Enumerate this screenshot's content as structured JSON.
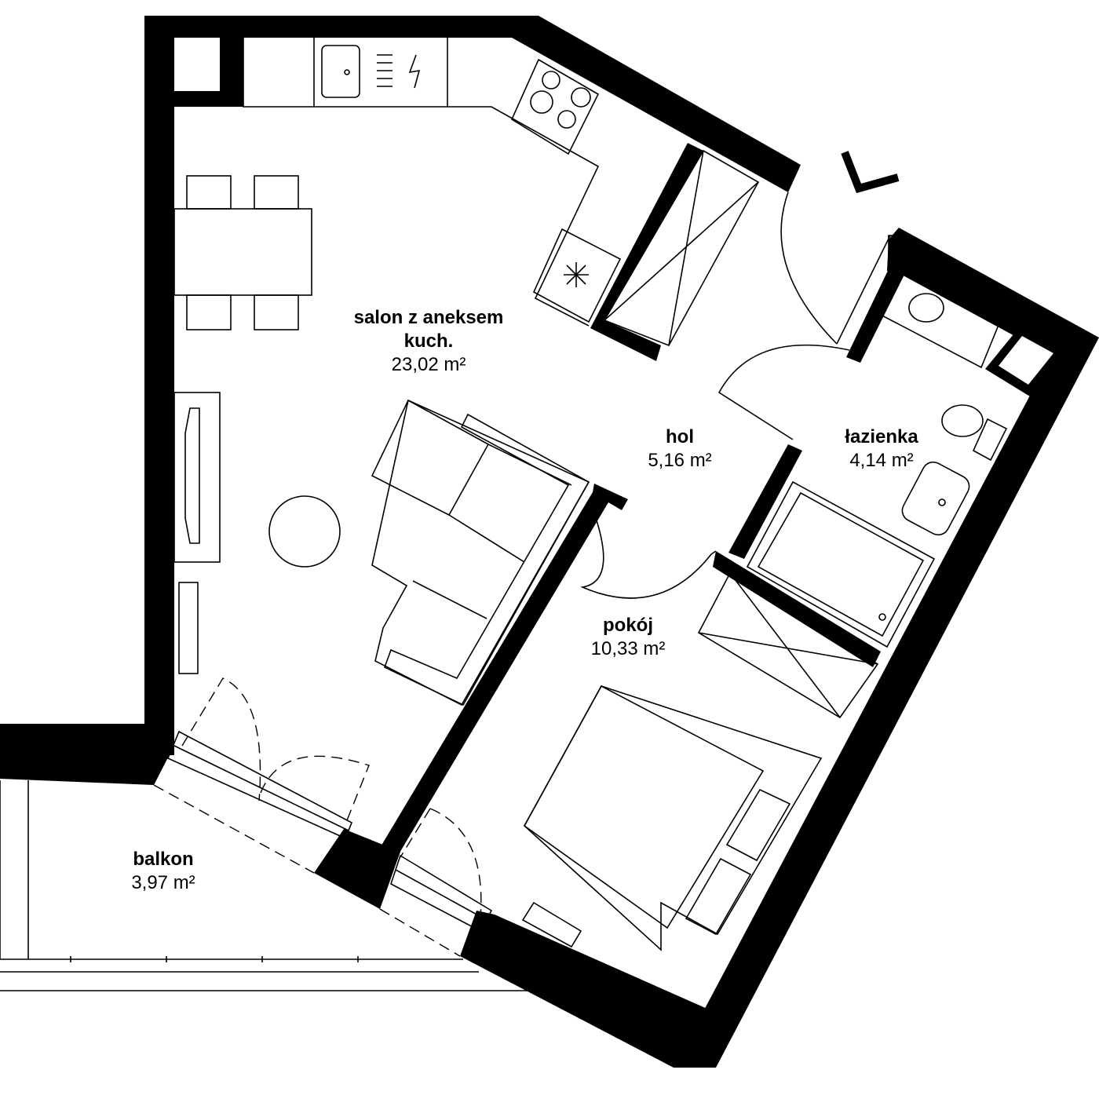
{
  "rooms": {
    "salon": {
      "name_line1": "salon z aneksem",
      "name_line2": "kuch.",
      "area": "23,02 m²"
    },
    "hol": {
      "name": "hol",
      "area": "5,16 m²"
    },
    "lazienka": {
      "name": "łazienka",
      "area": "4,14 m²"
    },
    "pokoj": {
      "name": "pokój",
      "area": "10,33 m²"
    },
    "balkon": {
      "name": "balkon",
      "area": "3,97 m²"
    }
  },
  "colors": {
    "wall": "#000000",
    "background": "#ffffff"
  }
}
